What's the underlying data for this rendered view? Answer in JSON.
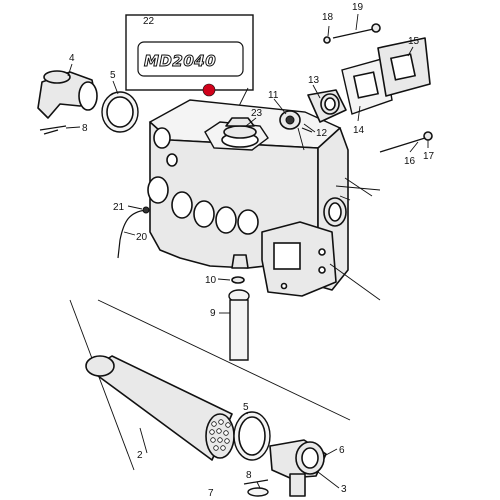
{
  "diagram": {
    "decal_text": "MD2040",
    "parts": {
      "p2": "2",
      "p3": "3",
      "p4": "4",
      "p5a": "5",
      "p5b": "5",
      "p6": "6",
      "p7": "7",
      "p8a": "8",
      "p8b": "8",
      "p9": "9",
      "p10": "10",
      "p11": "11",
      "p12": "12",
      "p13": "13",
      "p14": "14",
      "p15": "15",
      "p16": "16",
      "p17": "17",
      "p18": "18",
      "p19": "19",
      "p20": "20",
      "p21": "21",
      "p22": "22",
      "p23": "23"
    },
    "marker_color": "#d0021b"
  }
}
